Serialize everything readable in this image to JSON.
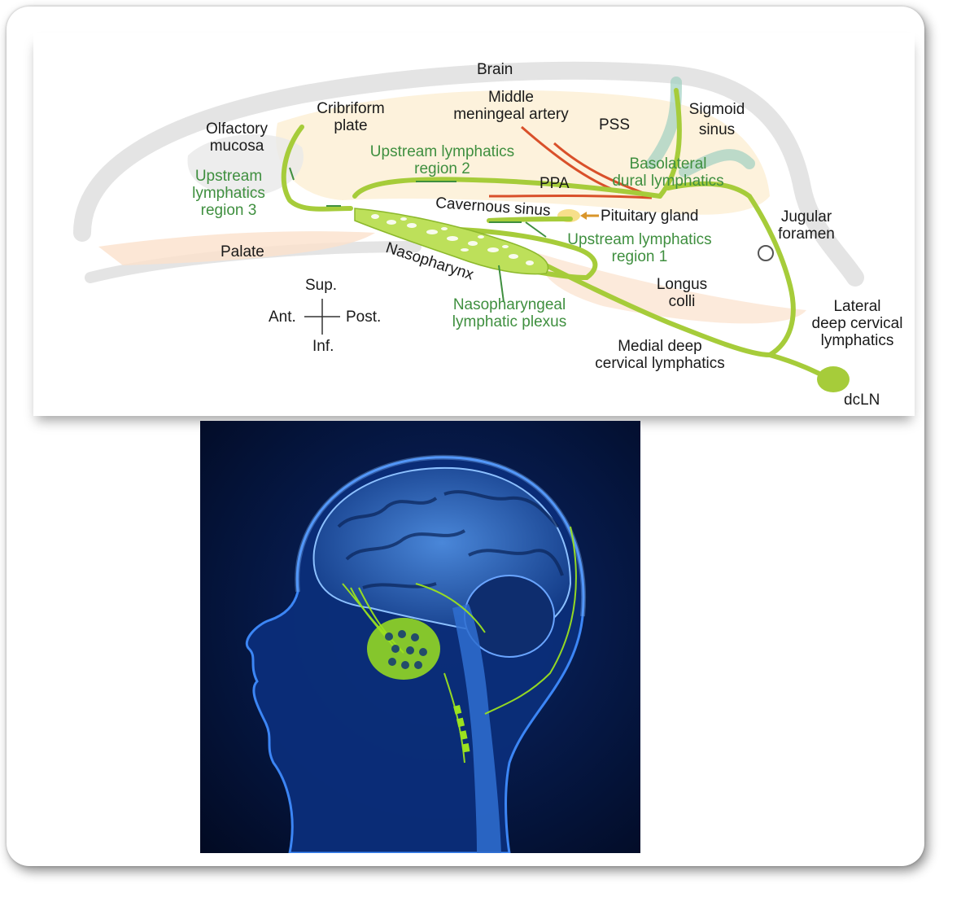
{
  "diagram": {
    "labels": {
      "brain": "Brain",
      "middle_meningeal_artery_l1": "Middle",
      "middle_meningeal_artery_l2": "meningeal artery",
      "pss": "PSS",
      "sigmoid_sinus_l1": "Sigmoid",
      "sigmoid_sinus_l2": "sinus",
      "cribriform_plate_l1": "Cribriform",
      "cribriform_plate_l2": "plate",
      "olfactory_mucosa_l1": "Olfactory",
      "olfactory_mucosa_l2": "mucosa",
      "upstream_region2_l1": "Upstream lymphatics",
      "upstream_region2_l2": "region 2",
      "basolateral_l1": "Basolateral",
      "basolateral_l2": "dural lymphatics",
      "upstream_region3_l1": "Upstream",
      "upstream_region3_l2": "lymphatics",
      "upstream_region3_l3": "region 3",
      "ppa": "PPA",
      "cavernous_sinus": "Cavernous sinus",
      "pituitary_gland": "Pituitary gland",
      "jugular_foramen_l1": "Jugular",
      "jugular_foramen_l2": "foramen",
      "upstream_region1_l1": "Upstream lymphatics",
      "upstream_region1_l2": "region 1",
      "palate": "Palate",
      "nasopharynx": "Nasopharynx",
      "longus_colli_l1": "Longus",
      "longus_colli_l2": "colli",
      "lateral_dcl_l1": "Lateral",
      "lateral_dcl_l2": "deep cervical",
      "lateral_dcl_l3": "lymphatics",
      "nasopharyngeal_plexus_l1": "Nasopharyngeal",
      "nasopharyngeal_plexus_l2": "lymphatic plexus",
      "medial_dcl_l1": "Medial deep",
      "medial_dcl_l2": "cervical lymphatics",
      "dcln": "dcLN"
    },
    "compass": {
      "sup": "Sup.",
      "inf": "Inf.",
      "ant": "Ant.",
      "post": "Post."
    },
    "colors": {
      "lymphatics": "#a6cc3a",
      "green_text": "#3f8f3f",
      "artery": "#d9502a",
      "sinus": "#9fd0c0",
      "brain_fill": "#fdf1d8",
      "bone": "#e3e3e3",
      "palate_fill": "#fbe1cc"
    }
  },
  "illustration": {
    "colors": {
      "background": "#03133a",
      "glow": "#1e6cff",
      "lymphatics": "#9be21f"
    }
  }
}
